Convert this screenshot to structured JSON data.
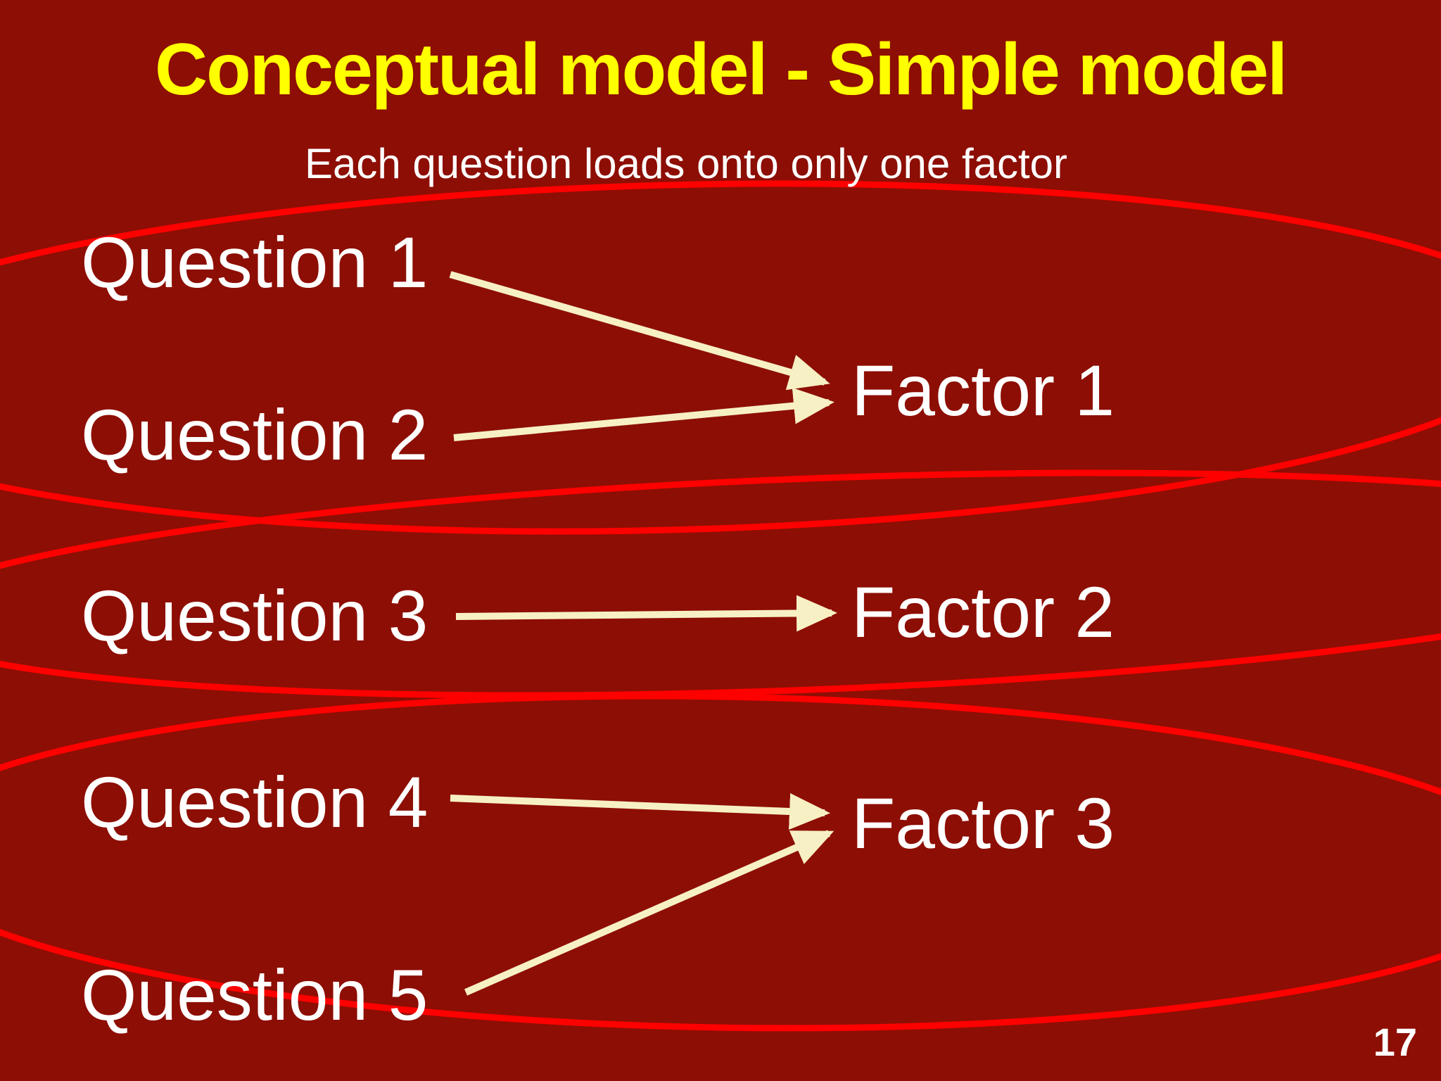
{
  "slide": {
    "title": "Conceptual model - Simple model",
    "subtitle": "Each question loads onto only one factor",
    "page_number": "17"
  },
  "questions": [
    {
      "label": "Question 1"
    },
    {
      "label": "Question 2"
    },
    {
      "label": "Question 3"
    },
    {
      "label": "Question 4"
    },
    {
      "label": "Question 5"
    }
  ],
  "factors": [
    {
      "label": "Factor 1"
    },
    {
      "label": "Factor 2"
    },
    {
      "label": "Factor 3"
    }
  ],
  "mappings": [
    {
      "from": "Question 1",
      "to": "Factor 1"
    },
    {
      "from": "Question 2",
      "to": "Factor 1"
    },
    {
      "from": "Question 3",
      "to": "Factor 2"
    },
    {
      "from": "Question 4",
      "to": "Factor 3"
    },
    {
      "from": "Question 5",
      "to": "Factor 3"
    }
  ],
  "groups": [
    {
      "ellipse": 1,
      "contains": [
        "Question 1",
        "Question 2",
        "Factor 1"
      ]
    },
    {
      "ellipse": 2,
      "contains": [
        "Question 3",
        "Factor 2"
      ]
    },
    {
      "ellipse": 3,
      "contains": [
        "Question 4",
        "Question 5",
        "Factor 3"
      ]
    }
  ],
  "colors": {
    "background": "#8D0E04",
    "title": "#FFFF00",
    "text": "#FFFFFF",
    "ellipse_stroke": "#FF0000",
    "arrow": "#F7F0C5"
  }
}
